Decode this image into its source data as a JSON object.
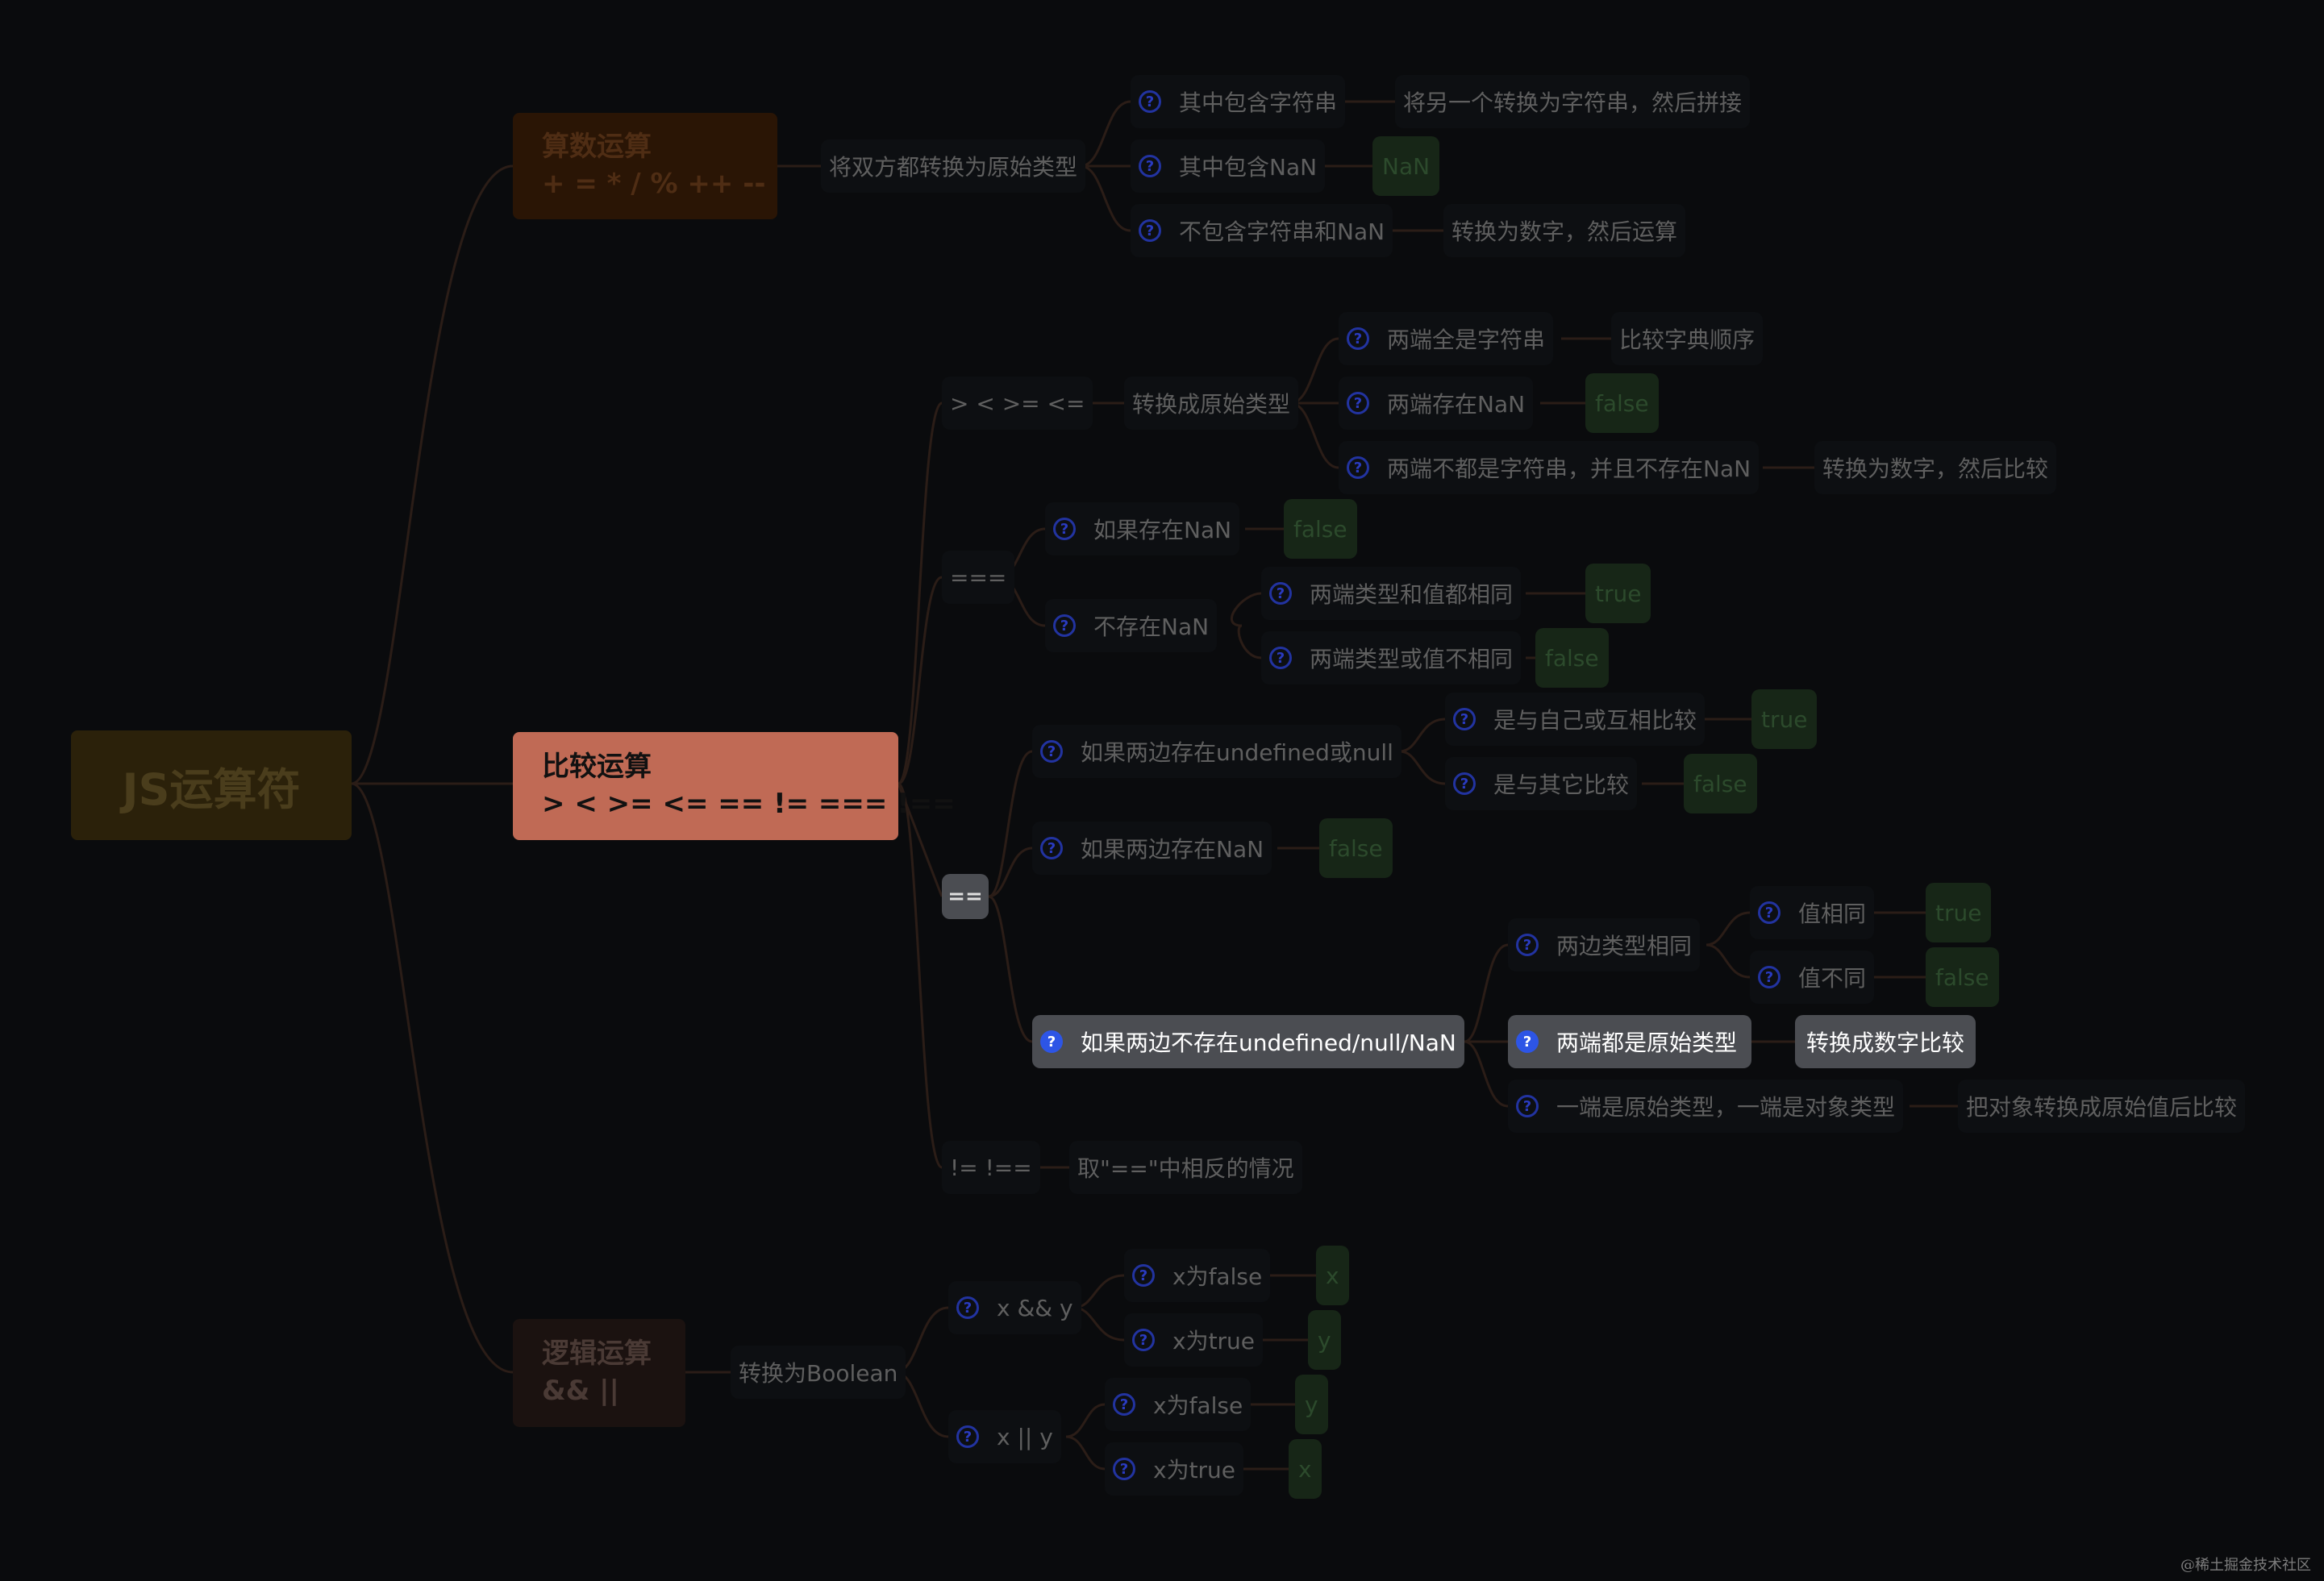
{
  "root": "JS运算符",
  "arith": {
    "title": "算数运算",
    "ops": "+ = * / % ++ --",
    "rule": "将双方都转换为原始类型",
    "case_string": "其中包含字符串",
    "result_string": "将另一个转换为字符串，然后拼接",
    "case_nan": "其中包含NaN",
    "result_nan": "NaN",
    "case_other": "不包含字符串和NaN",
    "result_other": "转换为数字，然后运算"
  },
  "compare": {
    "title": "比较运算",
    "ops": "> < >= <= == != === !==",
    "relational": {
      "label": "> < >= <=",
      "rule": "转换成原始类型",
      "both_string": "两端全是字符串",
      "both_string_result": "比较字典顺序",
      "has_nan": "两端存在NaN",
      "has_nan_result": "false",
      "other": "两端不都是字符串，并且不存在NaN",
      "other_result": "转换为数字，然后比较"
    },
    "strict": {
      "label": "===",
      "has_nan": "如果存在NaN",
      "has_nan_result": "false",
      "no_nan": "不存在NaN",
      "same": "两端类型和值都相同",
      "same_result": "true",
      "diff": "两端类型或值不相同",
      "diff_result": "false"
    },
    "loose": {
      "label": "==",
      "undef_null": "如果两边存在undefined或null",
      "with_each_other": "是与自己或互相比较",
      "with_each_other_result": "true",
      "with_others": "是与其它比较",
      "with_others_result": "false",
      "nan": "如果两边存在NaN",
      "nan_result": "false",
      "none": "如果两边不存在undefined/null/NaN",
      "same_type": "两边类型相同",
      "value_same": "值相同",
      "value_same_result": "true",
      "value_diff": "值不同",
      "value_diff_result": "false",
      "both_primitive": "两端都是原始类型",
      "both_primitive_result": "转换成数字比较",
      "one_object": "一端是原始类型，一端是对象类型",
      "one_object_result": "把对象转换成原始值后比较"
    },
    "not_equal": {
      "label": "!=  !==",
      "rule": "取\"==\"中相反的情况"
    }
  },
  "logic": {
    "title": "逻辑运算",
    "ops": "&&  ||",
    "rule": "转换为Boolean",
    "and": "x && y",
    "and_false": "x为false",
    "and_false_result": "x",
    "and_true": "x为true",
    "and_true_result": "y",
    "or": "x || y",
    "or_false": "x为false",
    "or_false_result": "y",
    "or_true": "x为true",
    "or_true_result": "x"
  },
  "watermark": "@稀土掘金技术社区",
  "colors": {
    "background": "#0a0b0d",
    "root": "#2b210a",
    "arith": "#2a1505",
    "compare": "#c06a55",
    "logic": "#1b1210",
    "leaf": "#172617",
    "selected": "#4b4d52",
    "question_icon": "#2d55e6"
  }
}
